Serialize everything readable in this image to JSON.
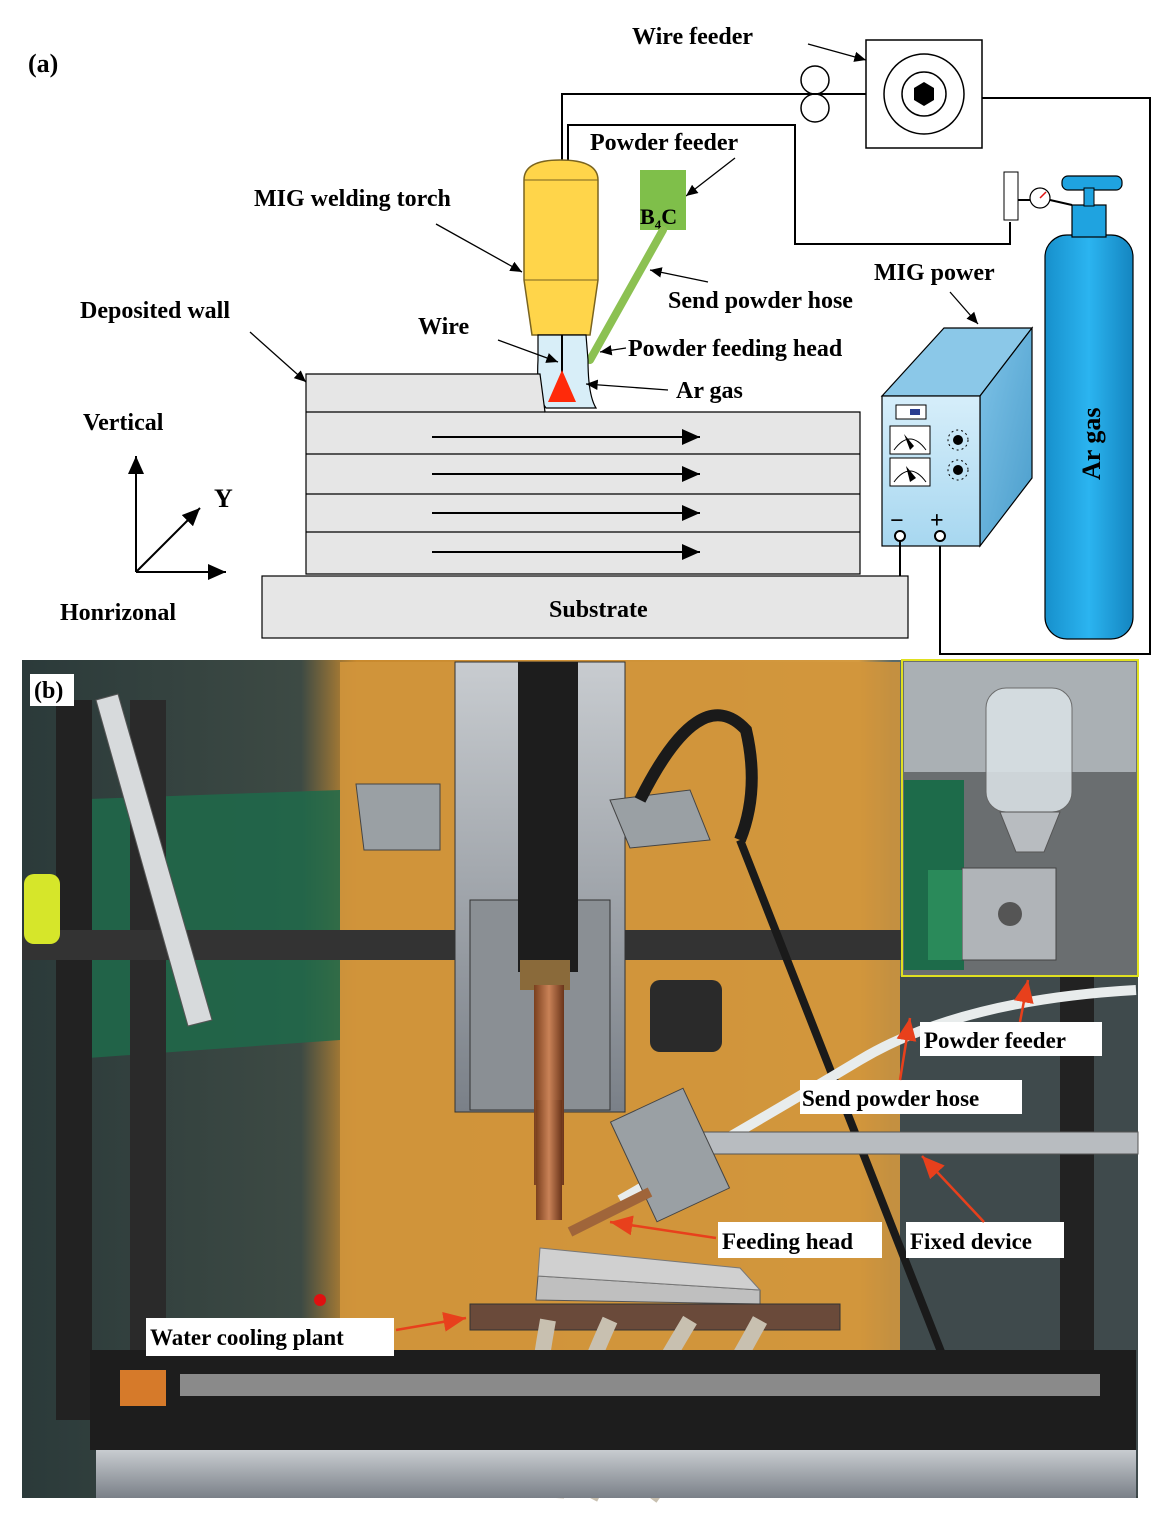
{
  "panel_a": {
    "tag": "(a)",
    "labels": {
      "wire_feeder": "Wire feeder",
      "powder_feeder": "Powder feeder",
      "mig_torch": "MIG welding torch",
      "b4c_main": "B",
      "b4c_sub": "4",
      "b4c_end": "C",
      "deposited_wall": "Deposited wall",
      "wire": "Wire",
      "send_powder_hose": "Send powder hose",
      "powder_feeding_head": "Powder feeding head",
      "ar_gas_flow": "Ar gas",
      "mig_power": "MIG power",
      "ar_gas_cylinder": "Ar gas",
      "vertical": "Vertical",
      "y_axis": "Y",
      "horizontal": "Honrizonal",
      "substrate": "Substrate",
      "minus": "−",
      "plus": "+"
    },
    "colors": {
      "torch": "#FFD54A",
      "b4c_box": "#7FBF4A",
      "hose": "#8CC152",
      "cylinder": "#1FA3E0",
      "power_box": "#BFE3F5",
      "nozzle_gas": "#FF2A0A",
      "wall": "#E6E6E6"
    }
  },
  "panel_b": {
    "tag": "(b)",
    "labels": {
      "powder_feeder": "Powder feeder",
      "send_powder_hose": "Send powder hose",
      "feeding_head": "Feeding head",
      "fixed_device": "Fixed device",
      "water_cooling": "Water cooling plant"
    },
    "colors": {
      "arrow": "#E8401C",
      "inset_border": "#E0E020",
      "amber": "#C98A2E"
    }
  }
}
